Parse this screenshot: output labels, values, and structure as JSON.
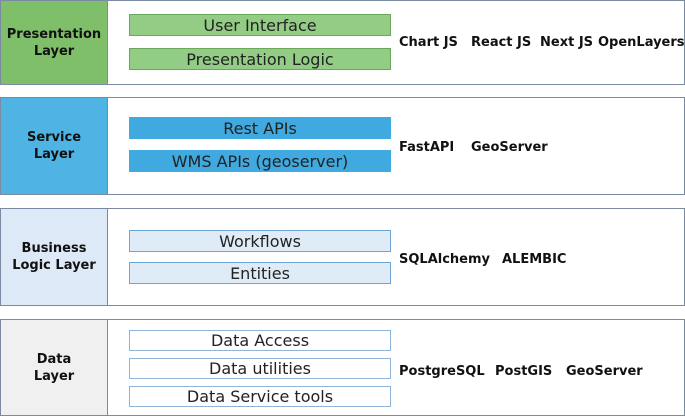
{
  "colors": {
    "presentation_label": "#7fbf6a",
    "presentation_comp": "#93cc85",
    "presentation_comp_border": "#6aa85a",
    "service_label": "#4fb3e3",
    "service_comp": "#3fa9e0",
    "business_label": "#dde9f6",
    "business_comp": "#dfebf7",
    "business_comp_border": "#6fa6d6",
    "data_label": "#f0f0f0",
    "data_comp_border": "#8fb5d8",
    "border": "#7a8aa0"
  },
  "layers": [
    {
      "label": "Presentation\nLayer",
      "components": [
        "User Interface",
        "Presentation Logic"
      ],
      "technologies": [
        "Chart JS",
        "React JS",
        "Next JS",
        "OpenLayers"
      ]
    },
    {
      "label": "Service\nLayer",
      "components": [
        "Rest APIs",
        "WMS APIs (geoserver)"
      ],
      "technologies": [
        "FastAPI",
        "GeoServer"
      ]
    },
    {
      "label": "Business\nLogic Layer",
      "components": [
        "Workflows",
        "Entities"
      ],
      "technologies": [
        "SQLAlchemy",
        "ALEMBIC"
      ]
    },
    {
      "label": "Data\nLayer",
      "components": [
        "Data Access",
        "Data utilities",
        "Data Service tools"
      ],
      "technologies": [
        "PostgreSQL",
        "PostGIS",
        "GeoServer"
      ]
    }
  ]
}
